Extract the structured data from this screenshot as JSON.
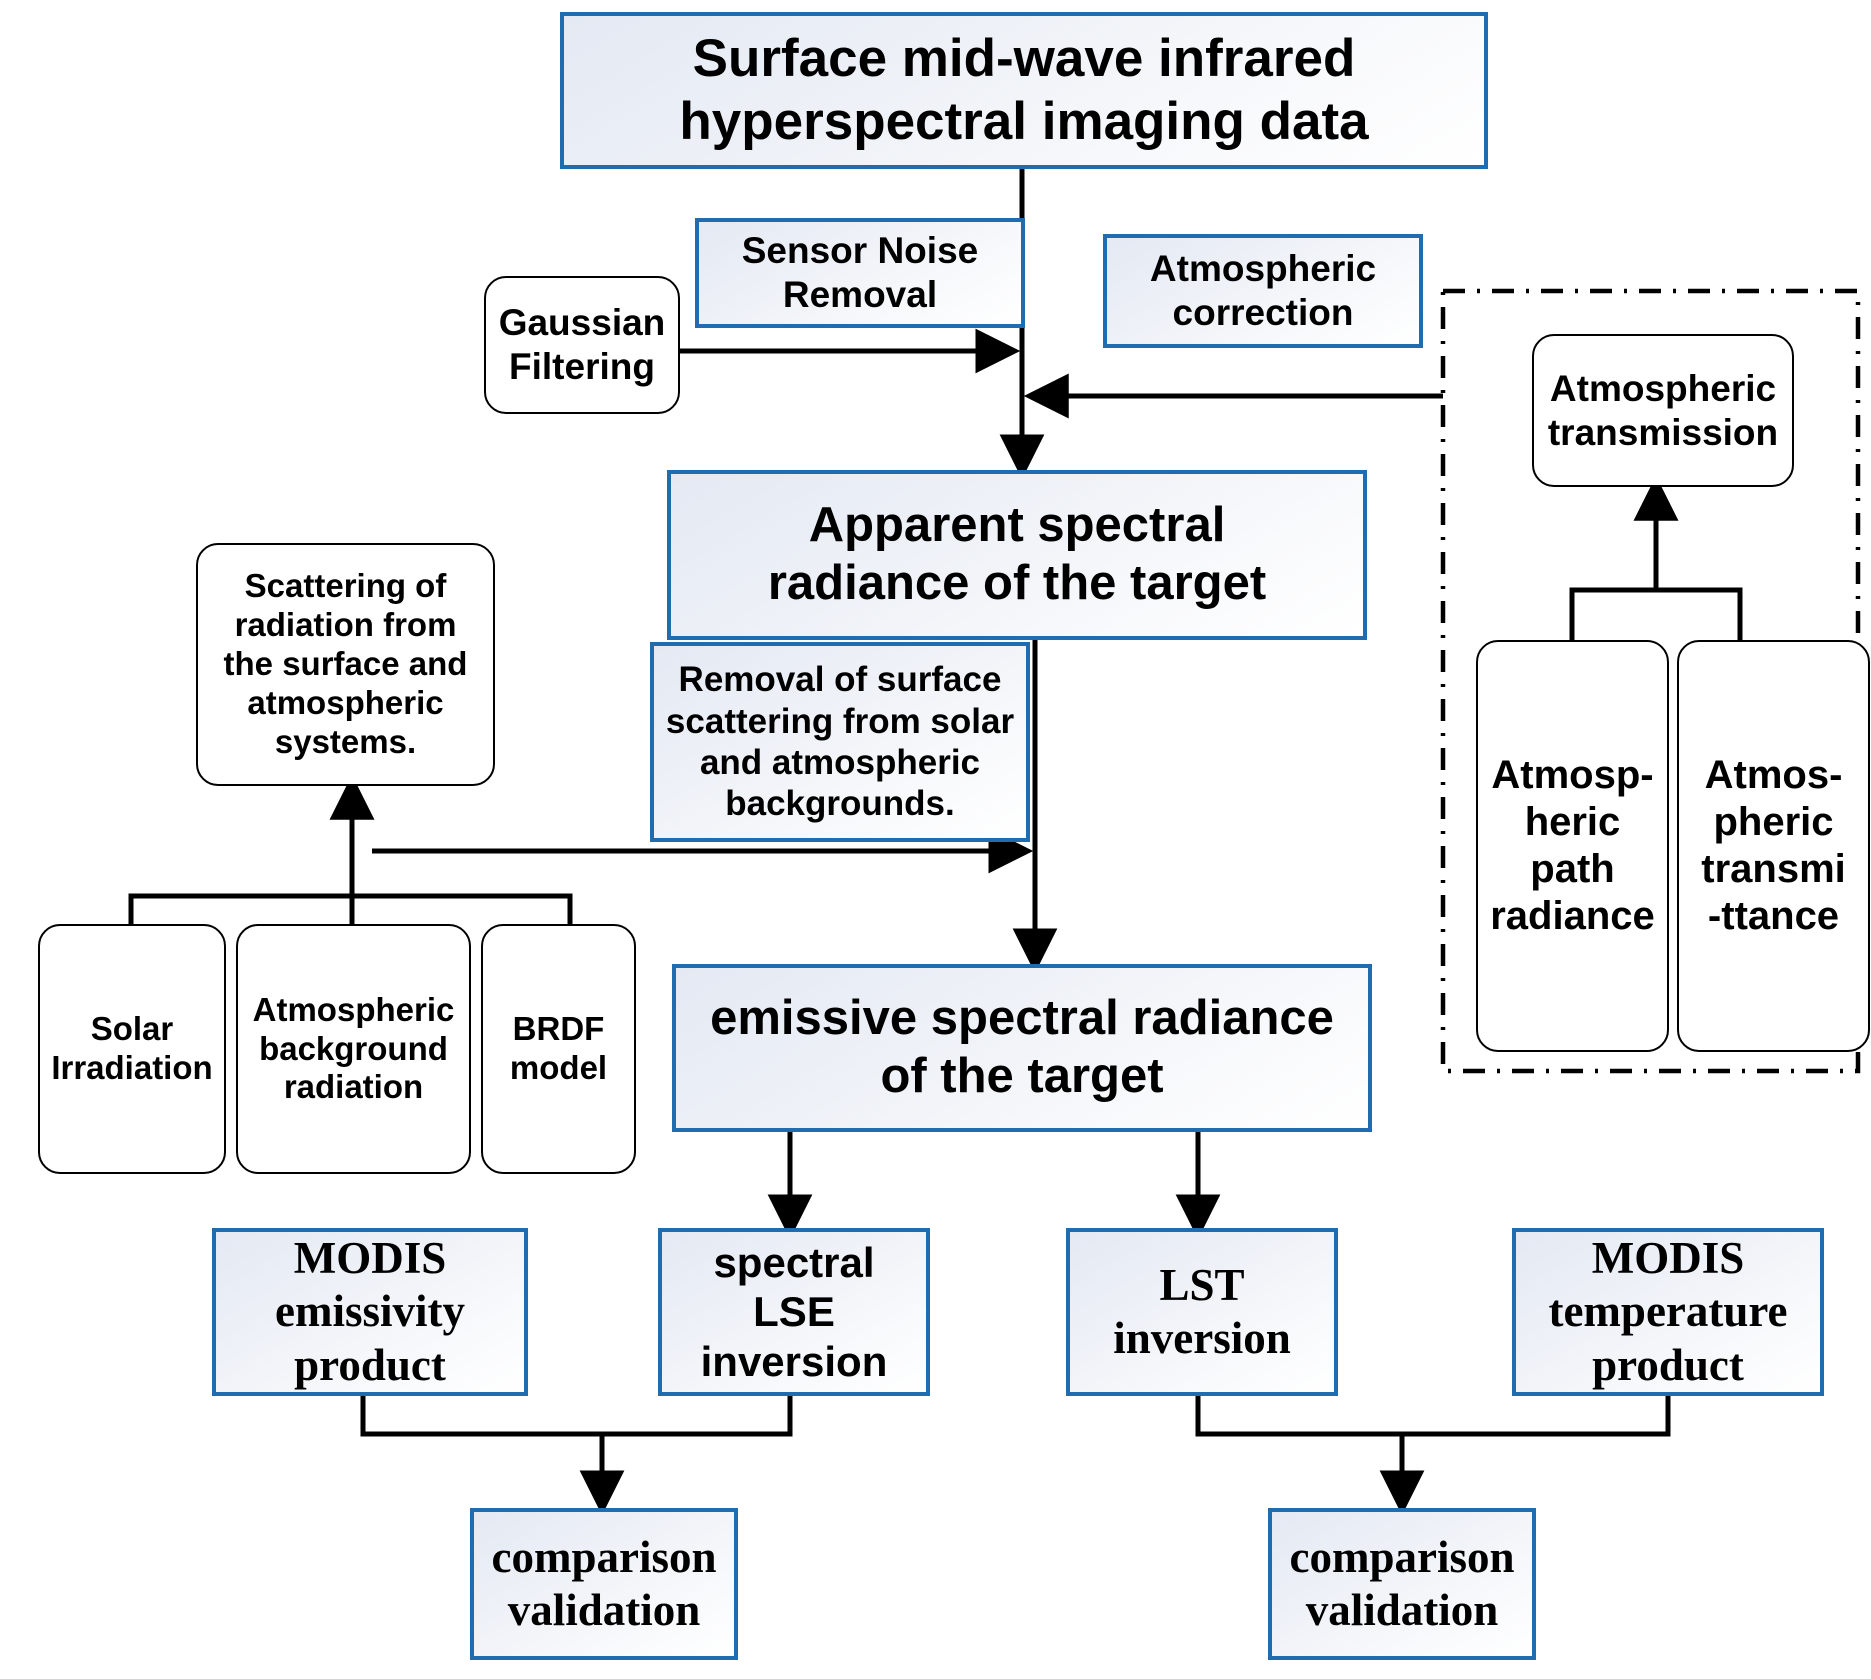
{
  "diagram": {
    "title_text": "Surface mid-wave infrared hyperspectral imaging data",
    "colors": {
      "box_border_blue": "#1f6cb0",
      "box_border_black": "#000000",
      "line_black": "#000000",
      "box_fill_light": "#eef1f7"
    },
    "nodes": {
      "surface_data": "Surface mid-wave infrared\nhyperspectral imaging data",
      "sensor_noise_removal": "Sensor Noise\nRemoval",
      "gaussian_filtering": "Gaussian\nFiltering",
      "atmospheric_correction": "Atmospheric\ncorrection",
      "atmospheric_transmission": "Atmospheric\ntransmission",
      "atmospheric_path_radiance": "Atmosp-\nheric\npath\nradiance",
      "atmospheric_transmittance": "Atmos-\npheric\ntransmi\n-ttance",
      "apparent_spectral_radiance": "Apparent spectral\nradiance of the target",
      "removal_surface_scattering": "Removal of surface\nscattering from solar\nand atmospheric\nbackgrounds.",
      "scattering_of_radiation": "Scattering of\nradiation from\nthe surface and\natmospheric\nsystems.",
      "solar_irradiation": "Solar\nIrradiation",
      "atmospheric_background_radiation": "Atmospheric\nbackground\nradiation",
      "brdf_model": "BRDF\nmodel",
      "emissive_spectral_radiance": "emissive spectral radiance\nof the target",
      "modis_emissivity_product": "MODIS\nemissivity\nproduct",
      "spectral_lse_inversion": "spectral\nLSE\ninversion",
      "lst_inversion": "LST\ninversion",
      "modis_temperature_product": "MODIS\ntemperature\nproduct",
      "comparison_validation_left": "comparison\nvalidation",
      "comparison_validation_right": "comparison\nvalidation"
    }
  }
}
